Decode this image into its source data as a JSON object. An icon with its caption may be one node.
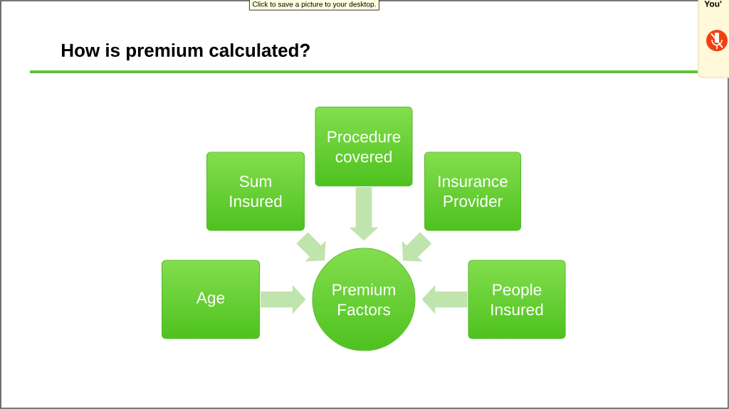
{
  "diagram": {
    "title": "How is premium calculated?",
    "nodes": [
      {
        "text": [
          "Procedure covered"
        ]
      },
      {
        "text": [
          "Sum Insured"
        ]
      },
      {
        "text": [
          "Insurance Provider"
        ]
      },
      {
        "text": [
          "Age"
        ]
      },
      {
        "text": [
          "Premium Factors"
        ]
      },
      {
        "text": [
          "People Insured"
        ]
      }
    ],
    "edges": [
      {
        "from": 0,
        "to": 4,
        "arrow": "to"
      },
      {
        "from": 1,
        "to": 4,
        "arrow": "to"
      },
      {
        "from": 2,
        "to": 4,
        "arrow": "to"
      },
      {
        "from": 3,
        "to": 4,
        "arrow": "to"
      },
      {
        "from": 5,
        "to": 4,
        "arrow": "to"
      }
    ],
    "labels": [
      "Click to save a picture to your desktop.",
      "You'"
    ]
  }
}
